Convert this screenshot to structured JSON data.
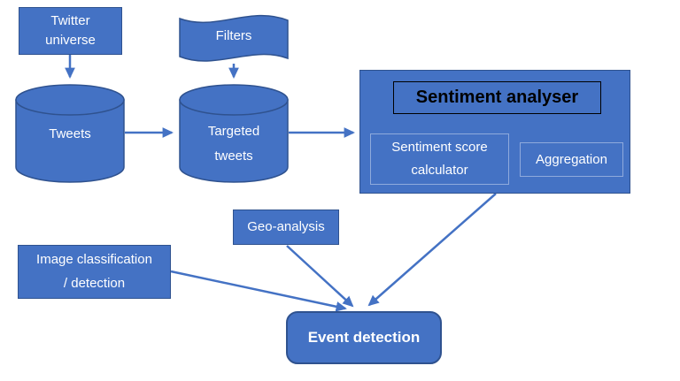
{
  "colors": {
    "shape_fill": "#4472C4",
    "shape_border": "#2F528F",
    "inner_border": "#8FAADC",
    "arrow": "#4472C4",
    "heading_text": "#000000",
    "label_text": "#FFFFFF"
  },
  "nodes": {
    "twitter_universe": {
      "label": "Twitter\nuniverse",
      "shape": "rectangle"
    },
    "filters": {
      "label": "Filters",
      "shape": "wave"
    },
    "tweets": {
      "label": "Tweets",
      "shape": "cylinder"
    },
    "targeted_tweets": {
      "label": "Targeted\ntweets",
      "shape": "cylinder"
    },
    "sentiment_analyser": {
      "title": "Sentiment analyser",
      "shape": "container"
    },
    "sentiment_score_calculator": {
      "label": "Sentiment score\ncalculator",
      "shape": "rectangle"
    },
    "aggregation": {
      "label": "Aggregation",
      "shape": "rectangle"
    },
    "geo_analysis": {
      "label": "Geo-analysis",
      "shape": "rectangle"
    },
    "image_classification": {
      "label": "Image classification\n/ detection",
      "shape": "rectangle"
    },
    "event_detection": {
      "label": "Event detection",
      "shape": "rounded-rectangle"
    }
  },
  "edges": [
    {
      "from": "twitter_universe",
      "to": "tweets"
    },
    {
      "from": "filters",
      "to": "targeted_tweets"
    },
    {
      "from": "tweets",
      "to": "targeted_tweets"
    },
    {
      "from": "targeted_tweets",
      "to": "sentiment_analyser"
    },
    {
      "from": "sentiment_analyser",
      "to": "event_detection"
    },
    {
      "from": "geo_analysis",
      "to": "event_detection"
    },
    {
      "from": "image_classification",
      "to": "event_detection"
    }
  ]
}
